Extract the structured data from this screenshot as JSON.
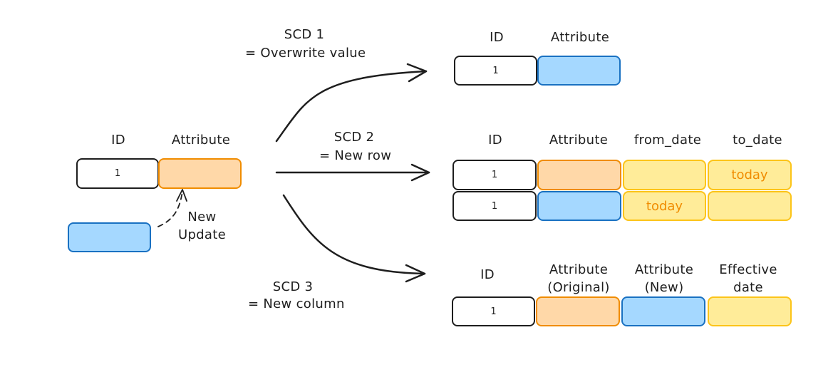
{
  "source": {
    "id_header": "ID",
    "attr_header": "Attribute",
    "id_value": "1",
    "update_label": "New\nUpdate"
  },
  "scd1": {
    "title": "SCD 1",
    "subtitle": "= Overwrite value",
    "headers": [
      "ID",
      "Attribute"
    ],
    "id_value": "1"
  },
  "scd2": {
    "title": "SCD 2",
    "subtitle": "= New row",
    "headers": [
      "ID",
      "Attribute",
      "from_date",
      "to_date"
    ],
    "rows": [
      {
        "id": "1",
        "from_date": "",
        "to_date": "today"
      },
      {
        "id": "1",
        "from_date": "today",
        "to_date": ""
      }
    ]
  },
  "scd3": {
    "title": "SCD 3",
    "subtitle": "= New column",
    "headers": [
      "ID",
      "Attribute\n(Original)",
      "Attribute\n(New)",
      "Effective\ndate"
    ],
    "id_value": "1"
  },
  "colors": {
    "orange_fill": "#ffd8a8",
    "orange_stroke": "#f08c00",
    "blue_fill": "#a5d8ff",
    "blue_stroke": "#1971c2",
    "yellow_fill": "#ffec99",
    "yellow_stroke": "#fcc419",
    "ink": "#1e1e1e"
  }
}
